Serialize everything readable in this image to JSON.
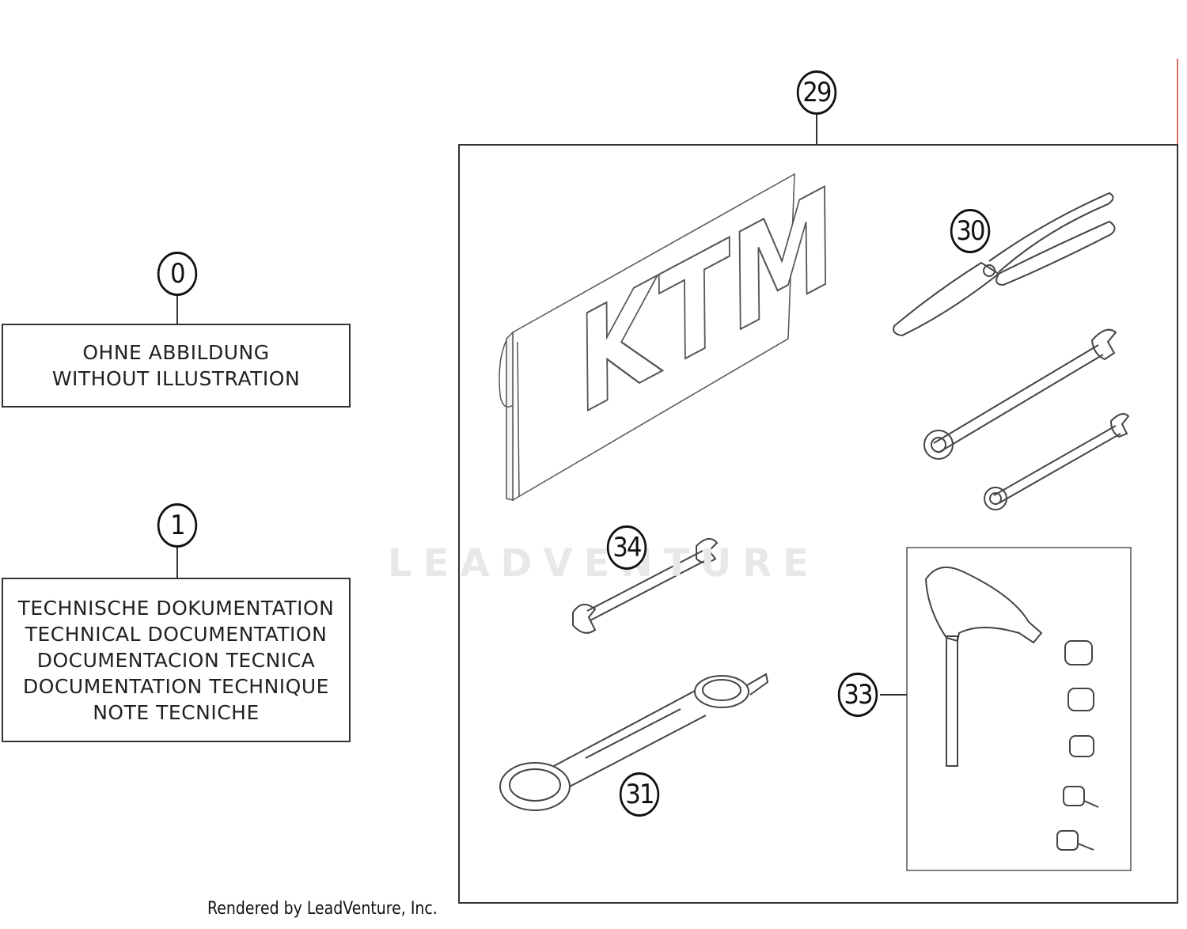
{
  "callouts": {
    "c0": "0",
    "c1": "1",
    "c29": "29",
    "c30": "30",
    "c31": "31",
    "c33": "33",
    "c34": "34"
  },
  "notes": {
    "without_illustration": [
      "OHNE ABBILDUNG",
      "WITHOUT ILLUSTRATION"
    ],
    "technical_documentation": [
      "TECHNISCHE DOKUMENTATION",
      "TECHNICAL DOCUMENTATION",
      "DOCUMENTACION TECNICA",
      "DOCUMENTATION TECHNIQUE",
      "NOTE TECNICHE"
    ]
  },
  "bag_logo": "KTM",
  "watermark": "LEADVENTURE",
  "credit": "Rendered by LeadVenture, Inc.",
  "colors": {
    "line": "#333333",
    "accent_edge": "#d9403a",
    "watermark": "#e8e8e8"
  }
}
